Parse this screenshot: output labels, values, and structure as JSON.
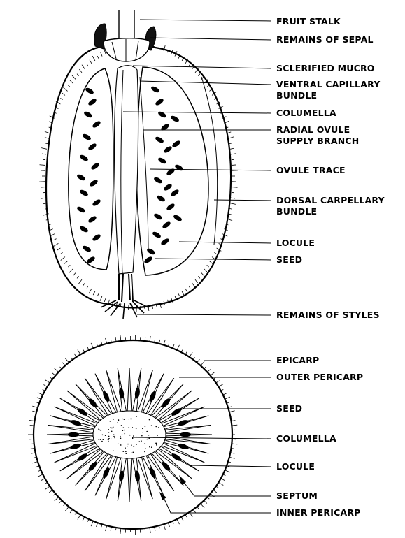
{
  "diagram": {
    "longitudinal_section": {
      "labels": [
        {
          "id": "fruit-stalk",
          "lines": [
            "FRUIT STALK"
          ]
        },
        {
          "id": "remains-of-sepal",
          "lines": [
            "REMAINS OF SEPAL"
          ]
        },
        {
          "id": "sclerified-mucro",
          "lines": [
            "SCLERIFIED MUCRO"
          ]
        },
        {
          "id": "ventral-capillary-bundle",
          "lines": [
            "VENTRAL CAPILLARY",
            "BUNDLE"
          ]
        },
        {
          "id": "columella",
          "lines": [
            "COLUMELLA"
          ]
        },
        {
          "id": "radial-ovule-supply-branch",
          "lines": [
            "RADIAL OVULE",
            "SUPPLY BRANCH"
          ]
        },
        {
          "id": "ovule-trace",
          "lines": [
            "OVULE TRACE"
          ]
        },
        {
          "id": "dorsal-carpellary-bundle",
          "lines": [
            "DORSAL CARPELLARY",
            "BUNDLE"
          ]
        },
        {
          "id": "locule",
          "lines": [
            "LOCULE"
          ]
        },
        {
          "id": "seed",
          "lines": [
            "SEED"
          ]
        },
        {
          "id": "remains-of-styles",
          "lines": [
            "REMAINS OF STYLES"
          ]
        }
      ]
    },
    "cross_section": {
      "labels": [
        {
          "id": "epicarp",
          "lines": [
            "EPICARP"
          ]
        },
        {
          "id": "outer-pericarp",
          "lines": [
            "OUTER PERICARP"
          ]
        },
        {
          "id": "seed",
          "lines": [
            "SEED"
          ]
        },
        {
          "id": "columella",
          "lines": [
            "COLUMELLA"
          ]
        },
        {
          "id": "locule",
          "lines": [
            "LOCULE"
          ]
        },
        {
          "id": "septum",
          "lines": [
            "SEPTUM"
          ]
        },
        {
          "id": "inner-pericarp",
          "lines": [
            "INNER PERICARP"
          ]
        }
      ]
    }
  }
}
